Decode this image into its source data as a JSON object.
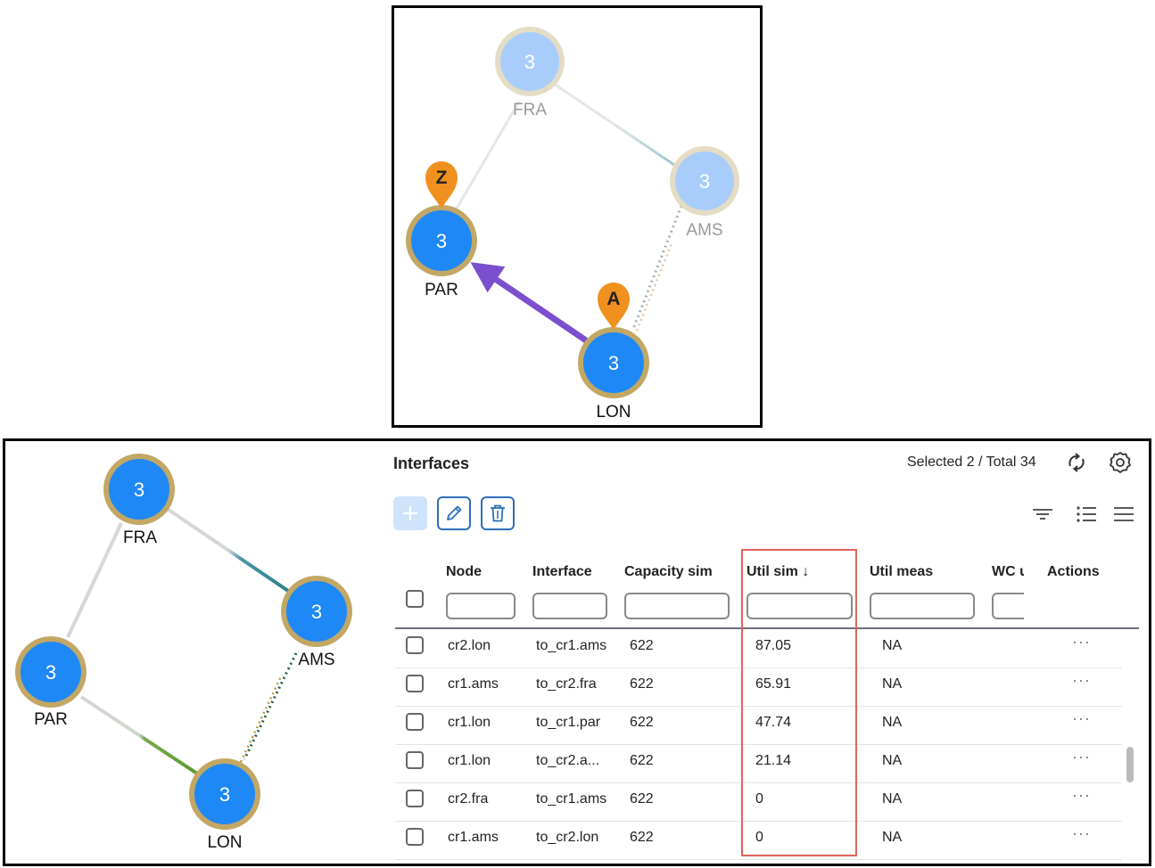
{
  "top_graph": {
    "nodes": [
      {
        "id": "FRA",
        "count": "3",
        "label": "FRA"
      },
      {
        "id": "AMS",
        "count": "3",
        "label": "AMS"
      },
      {
        "id": "PAR",
        "count": "3",
        "label": "PAR"
      },
      {
        "id": "LON",
        "count": "3",
        "label": "LON"
      }
    ],
    "markers": {
      "source": "A",
      "destination": "Z"
    }
  },
  "bottom_graph": {
    "nodes": [
      {
        "id": "FRA",
        "count": "3",
        "label": "FRA"
      },
      {
        "id": "AMS",
        "count": "3",
        "label": "AMS"
      },
      {
        "id": "PAR",
        "count": "3",
        "label": "PAR"
      },
      {
        "id": "LON",
        "count": "3",
        "label": "LON"
      }
    ]
  },
  "interfaces": {
    "title": "Interfaces",
    "selection": "Selected 2 / Total 34",
    "columns": [
      "Node",
      "Interface",
      "Capacity sim",
      "Util sim ↓",
      "Util meas",
      "WC u",
      "Actions"
    ],
    "rows": [
      {
        "node": "cr2.lon",
        "interface": "to_cr1.ams",
        "capacity_sim": "622",
        "util_sim": "87.05",
        "util_meas": "NA",
        "actions": "···"
      },
      {
        "node": "cr1.ams",
        "interface": "to_cr2.fra",
        "capacity_sim": "622",
        "util_sim": "65.91",
        "util_meas": "NA",
        "actions": "···"
      },
      {
        "node": "cr1.lon",
        "interface": "to_cr1.par",
        "capacity_sim": "622",
        "util_sim": "47.74",
        "util_meas": "NA",
        "actions": "···"
      },
      {
        "node": "cr1.lon",
        "interface": "to_cr2.a...",
        "capacity_sim": "622",
        "util_sim": "21.14",
        "util_meas": "NA",
        "actions": "···"
      },
      {
        "node": "cr2.fra",
        "interface": "to_cr1.ams",
        "capacity_sim": "622",
        "util_sim": "0",
        "util_meas": "NA",
        "actions": "···"
      },
      {
        "node": "cr1.ams",
        "interface": "to_cr2.lon",
        "capacity_sim": "622",
        "util_sim": "0",
        "util_meas": "NA",
        "actions": "···"
      }
    ],
    "toolbar": {
      "add_icon": "plus-icon",
      "edit_icon": "pencil-icon",
      "delete_icon": "trash-icon"
    },
    "header_icons": [
      "refresh-icon",
      "gear-icon"
    ],
    "view_icons": [
      "filter-icon",
      "list-icon",
      "menu-icon"
    ]
  },
  "colors": {
    "node_fill": "#1e88f7",
    "node_ring": "#c2a765",
    "faded_node_fill": "#a9cdfb",
    "faded_node_ring": "#e4dcc4",
    "marker": "#f0901f",
    "path_arrow": "#7b4fcf",
    "highlight": "#e0635b",
    "accent": "#2e6fb8"
  }
}
